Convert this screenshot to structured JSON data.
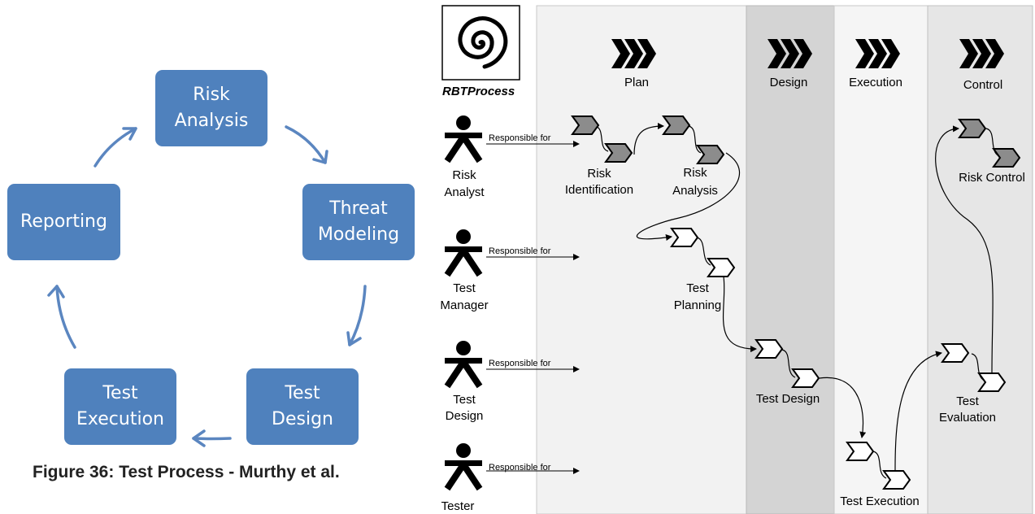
{
  "left_diagram": {
    "boxes": {
      "risk_analysis": "Risk\nAnalysis",
      "threat_modeling": "Threat\nModeling",
      "test_design": "Test\nDesign",
      "test_execution": "Test\nExecution",
      "reporting": "Reporting"
    },
    "caption": "Figure 36: Test Process - Murthy et al.",
    "box_color": "#4f81bd",
    "arrow_color": "#5b86c0"
  },
  "right_diagram": {
    "logo_text": "RBTProcess",
    "phases": {
      "plan": "Plan",
      "design": "Design",
      "execution": "Execution",
      "control": "Control"
    },
    "roles": {
      "risk_analyst_1": "Risk",
      "risk_analyst_2": "Analyst",
      "test_manager_1": "Test",
      "test_manager_2": "Manager",
      "test_design_1": "Test",
      "test_design_2": "Design",
      "tester": "Tester"
    },
    "responsible_label": "Responsible for",
    "activities": {
      "risk_identification_1": "Risk",
      "risk_identification_2": "Identification",
      "risk_analysis_1": "Risk",
      "risk_analysis_2": "Analysis",
      "test_planning_1": "Test",
      "test_planning_2": "Planning",
      "test_design": "Test Design",
      "test_execution": "Test Execution",
      "test_evaluation_1": "Test",
      "test_evaluation_2": "Evaluation",
      "risk_control": "Risk Control"
    },
    "colors": {
      "plan_bg": "#f2f2f2",
      "design_bg": "#d4d4d4",
      "execution_bg": "#f5f5f5",
      "control_bg": "#e6e6e6",
      "risk_activity_fill": "#8c8c8c"
    }
  }
}
